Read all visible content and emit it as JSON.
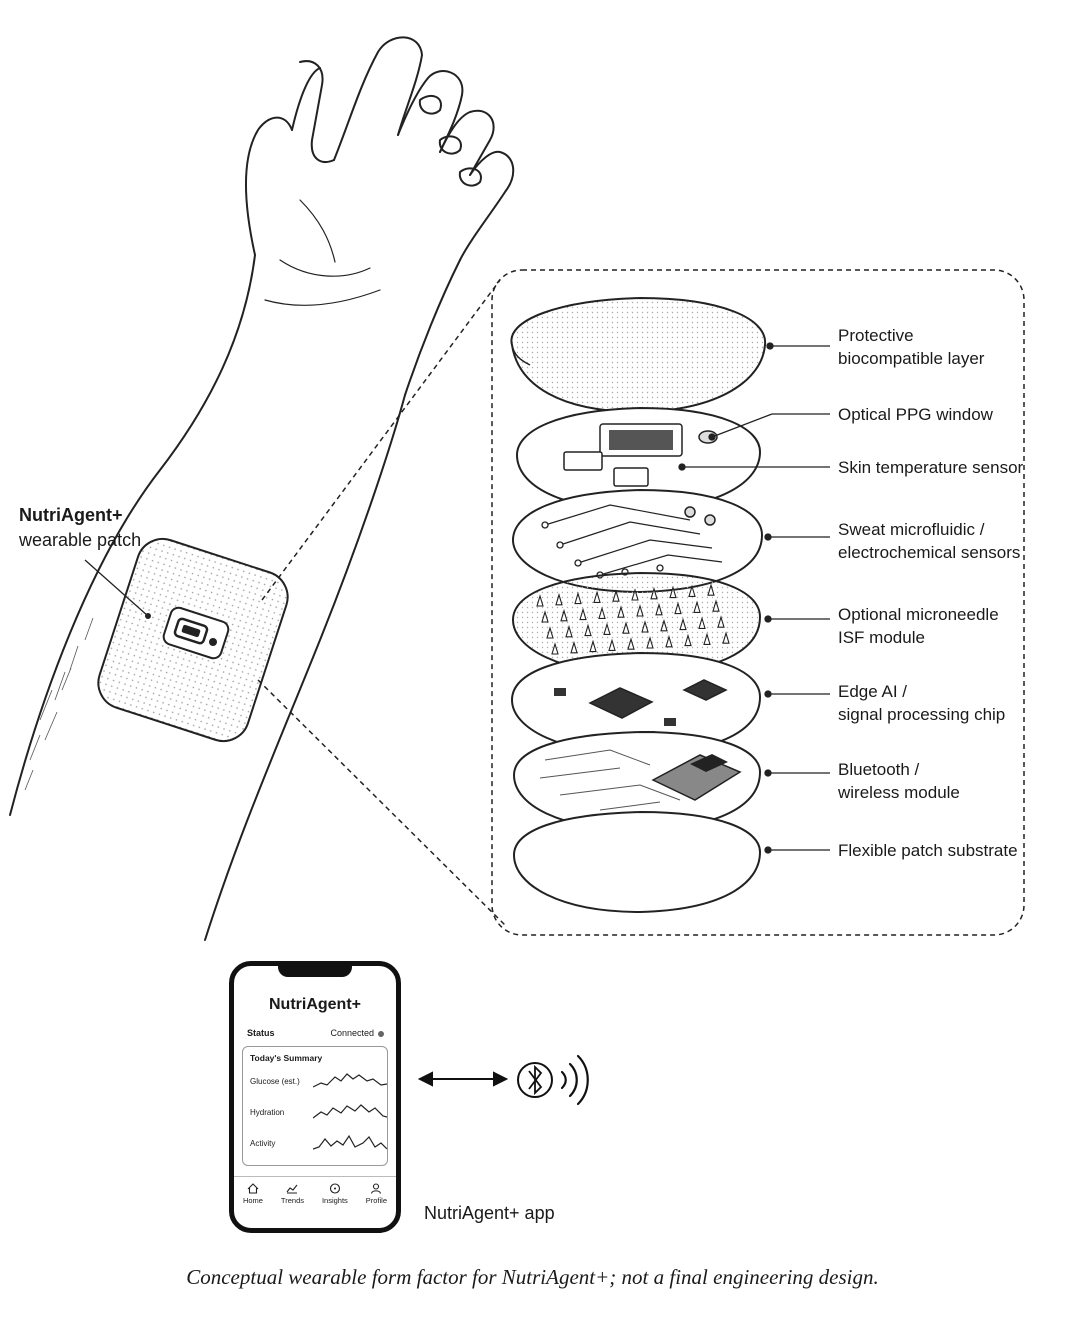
{
  "patch": {
    "title": "NutriAgent+",
    "subtitle": "wearable patch"
  },
  "layers": [
    {
      "id": "protective",
      "lines": [
        "Protective",
        "biocompatible layer"
      ]
    },
    {
      "id": "ppg",
      "lines": [
        "Optical PPG window"
      ]
    },
    {
      "id": "temp",
      "lines": [
        "Skin temperature sensor"
      ]
    },
    {
      "id": "sweat",
      "lines": [
        "Sweat microfluidic /",
        "electrochemical sensors"
      ]
    },
    {
      "id": "microneedle",
      "lines": [
        "Optional microneedle",
        "ISF module"
      ]
    },
    {
      "id": "edge-ai",
      "lines": [
        "Edge AI /",
        "signal processing chip"
      ]
    },
    {
      "id": "bluetooth",
      "lines": [
        "Bluetooth /",
        "wireless module"
      ]
    },
    {
      "id": "substrate",
      "lines": [
        "Flexible patch substrate"
      ]
    }
  ],
  "app": {
    "title": "NutriAgent+",
    "status_label": "Status",
    "status_value": "Connected",
    "summary_title": "Today's Summary",
    "metrics": [
      "Glucose (est.)",
      "Hydration",
      "Activity"
    ],
    "nav": [
      "Home",
      "Trends",
      "Insights",
      "Profile"
    ],
    "caption": "NutriAgent+ app"
  },
  "caption": "Conceptual wearable form factor for NutriAgent+; not a final engineering design."
}
